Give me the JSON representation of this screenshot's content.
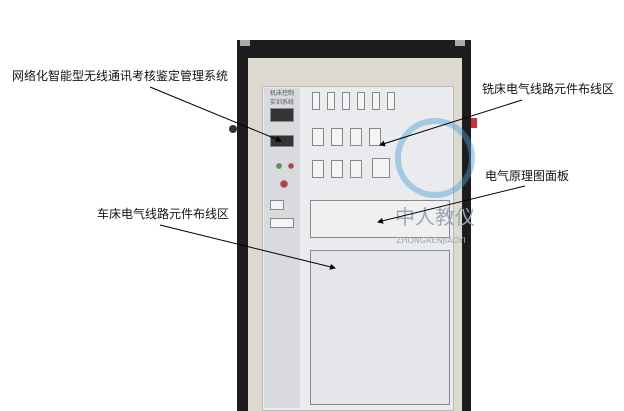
{
  "labels": {
    "management_system": "网络化智能型无线通讯考核鉴定管理系统",
    "milling_area": "铣床电气线路元件布线区",
    "schematic_panel": "电气原理图面板",
    "lathe_area": "车床电气线路元件布线区"
  },
  "panel": {
    "title_line1": "机床控制",
    "title_line2": "实训系统"
  },
  "watermark": {
    "text": "中人教仪",
    "subtext": "ZHONGRENJIAOYI"
  }
}
